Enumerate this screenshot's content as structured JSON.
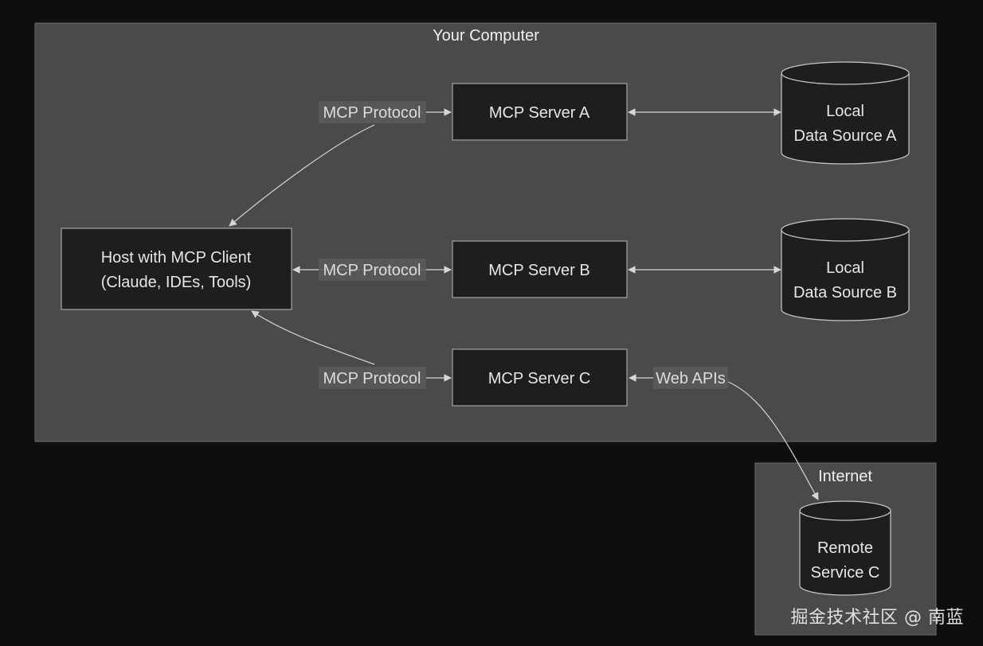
{
  "clusters": {
    "computer": {
      "title": "Your Computer"
    },
    "internet": {
      "title": "Internet"
    }
  },
  "nodes": {
    "host": {
      "line1": "Host with MCP Client",
      "line2": "(Claude, IDEs, Tools)"
    },
    "server_a": {
      "label": "MCP Server A"
    },
    "server_b": {
      "label": "MCP Server B"
    },
    "server_c": {
      "label": "MCP Server C"
    },
    "data_a": {
      "line1": "Local",
      "line2": "Data Source A"
    },
    "data_b": {
      "line1": "Local",
      "line2": "Data Source B"
    },
    "remote_c": {
      "line1": "Remote",
      "line2": "Service C"
    }
  },
  "edges": {
    "host_a": {
      "label": "MCP Protocol"
    },
    "host_b": {
      "label": "MCP Protocol"
    },
    "host_c": {
      "label": "MCP Protocol"
    },
    "c_remote": {
      "label": "Web APIs"
    }
  },
  "colors": {
    "background": "#0e0e10",
    "cluster": "#4a4a4a",
    "node": "#1e1e1e",
    "edge": "#d6d6d6"
  },
  "watermark": "掘金技术社区 @ 南蓝"
}
